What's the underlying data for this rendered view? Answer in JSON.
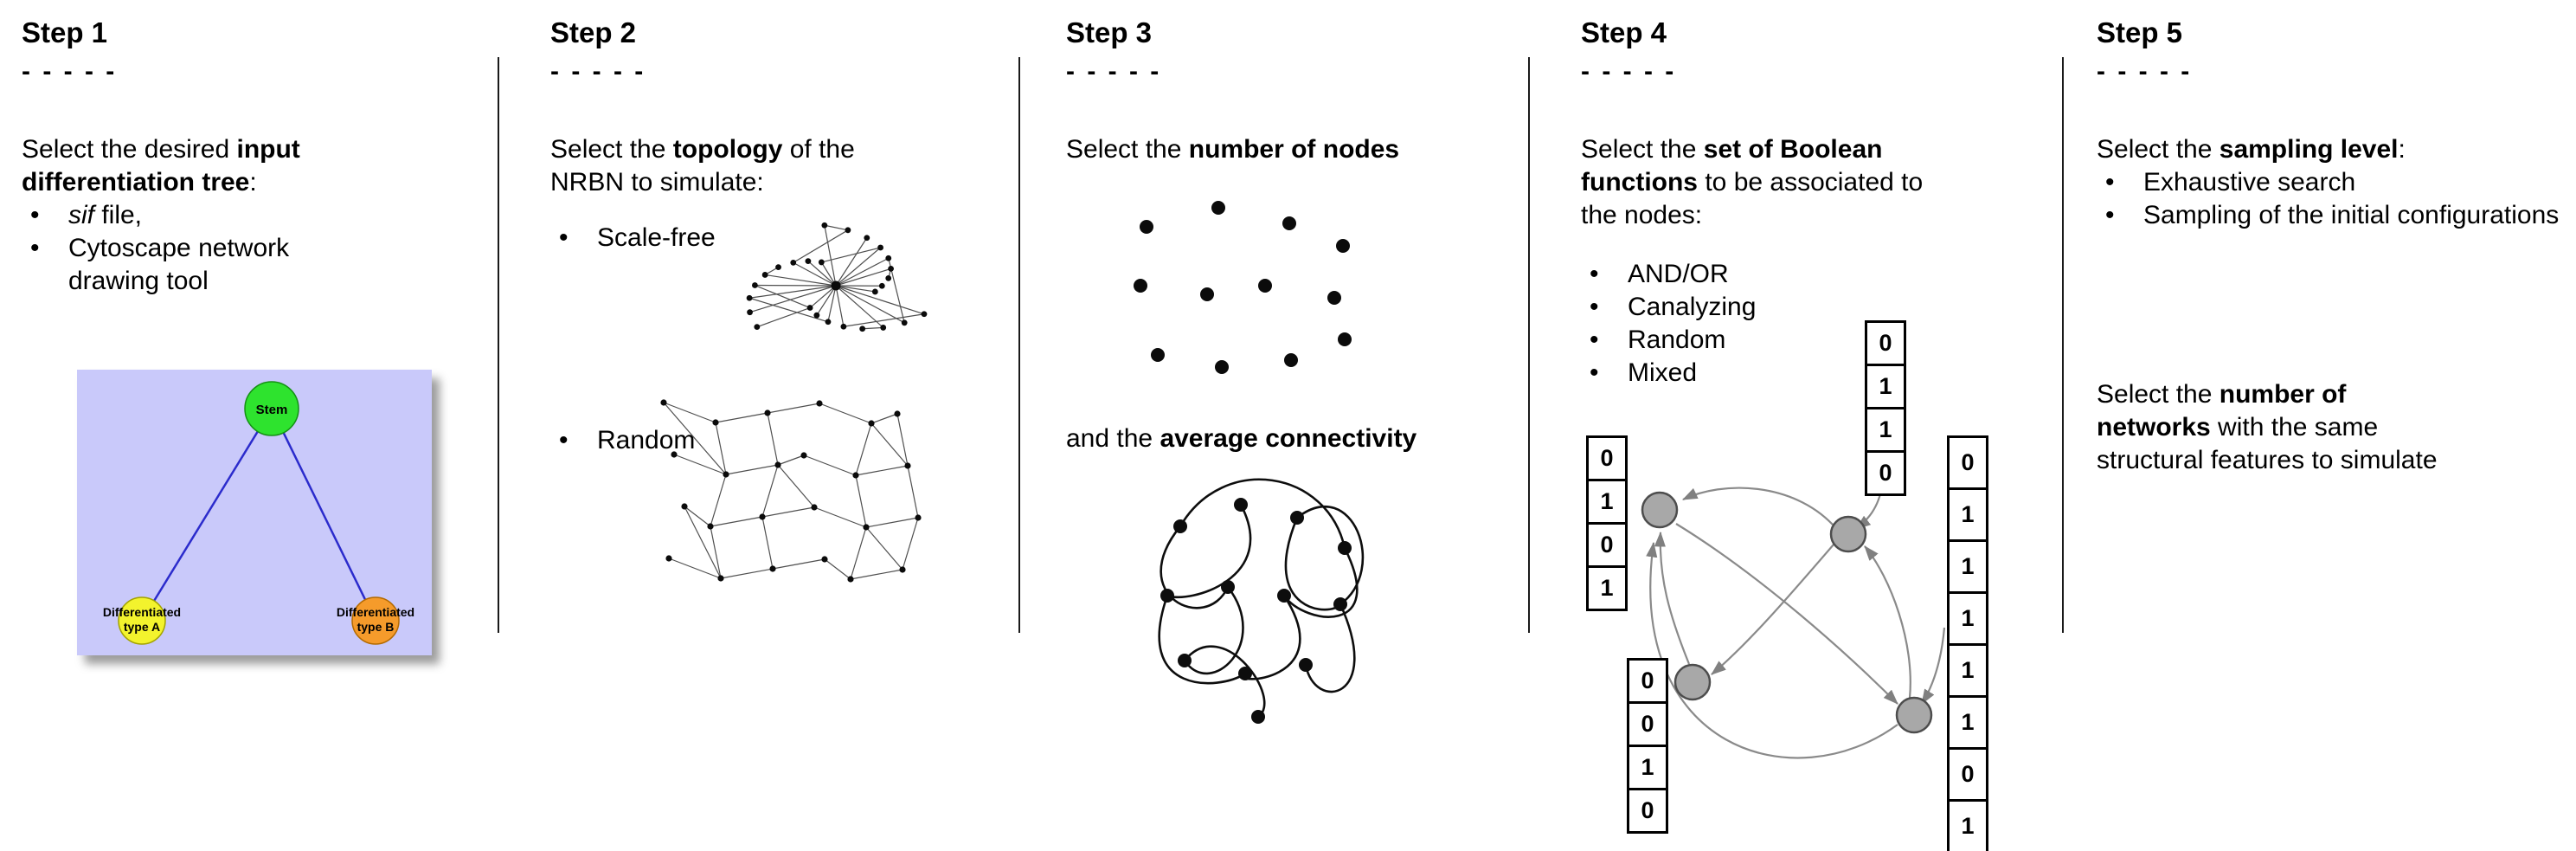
{
  "step1": {
    "title": "Step 1",
    "dashes": "- - - - -",
    "intro_l1_pre": "Select the desired ",
    "intro_l1_bold": "input",
    "intro_l2_bold": "differentiation tree",
    "intro_l2_post": ":",
    "bullet1_italic": "sif",
    "bullet1_rest": " file,",
    "bullet2_l1": "Cytoscape network",
    "bullet2_l2": "drawing tool",
    "tree": {
      "root_label": "Stem",
      "left_label_l1": "Differentiated",
      "left_label_l2": "type A",
      "right_label_l1": "Differentiated",
      "right_label_l2": "type B",
      "background_color": "#c9c9fa",
      "root_color": "#2ee32e",
      "left_color": "#f3f32d",
      "right_color": "#f59b2b",
      "edge_color": "#2b2bcc"
    }
  },
  "step2": {
    "title": "Step 2",
    "dashes": "- - - - -",
    "intro_l1_pre": "Select the ",
    "intro_l1_bold": "topology",
    "intro_l1_post": " of the",
    "intro_l2": "NRBN to simulate:",
    "bullet_scale_free": "Scale-free",
    "bullet_random": "Random"
  },
  "step3": {
    "title": "Step 3",
    "dashes": "- - - - -",
    "line1_pre": "Select the ",
    "line1_bold": "number of nodes",
    "line2_pre": "and the ",
    "line2_bold": "average connectivity"
  },
  "step4": {
    "title": "Step 4",
    "dashes": "- - - - -",
    "intro_l1_pre": "Select the ",
    "intro_l1_bold": "set of Boolean",
    "intro_l2_bold": "functions",
    "intro_l2_post": " to be associated to",
    "intro_l3": "the nodes:",
    "bullets": [
      "AND/OR",
      "Canalyzing",
      "Random",
      "Mixed"
    ],
    "truth_tables": {
      "top": [
        "0",
        "1",
        "1",
        "0"
      ],
      "left": [
        "0",
        "1",
        "0",
        "1"
      ],
      "bottom_left": [
        "0",
        "0",
        "1",
        "0"
      ],
      "right": [
        "0",
        "1",
        "1",
        "1",
        "1",
        "1",
        "0",
        "1"
      ]
    }
  },
  "step5": {
    "title": "Step 5",
    "dashes": "- - - - -",
    "intro_pre": "Select the ",
    "intro_bold": "sampling level",
    "intro_post": ":",
    "bullets": [
      "Exhaustive search",
      "Sampling of the initial configurations"
    ],
    "para2_l1_pre": "Select the ",
    "para2_l1_bold": "number of",
    "para2_l2_bold": "networks",
    "para2_l2_post": " with the same",
    "para2_l3": "structural features to simulate"
  }
}
